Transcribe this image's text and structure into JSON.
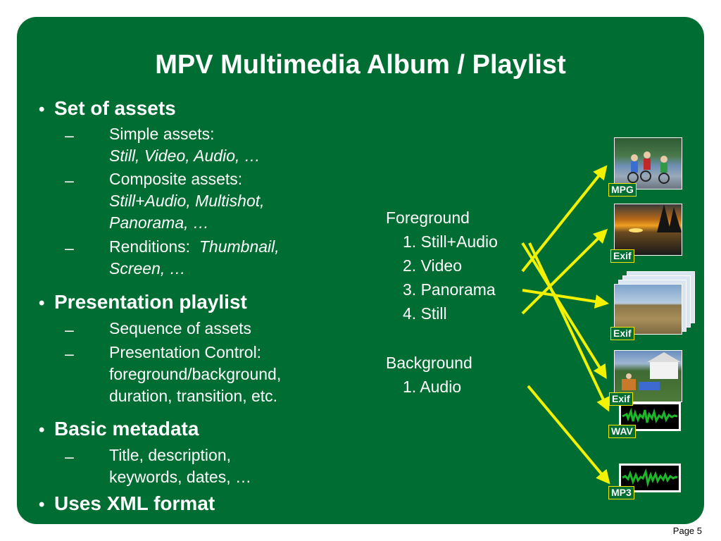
{
  "title": "MPV Multimedia Album / Playlist",
  "bullets": [
    {
      "heading": "Set of assets",
      "items": [
        {
          "dash": "–",
          "line1": "Simple assets:",
          "line2_italic": "Still, Video, Audio, …"
        },
        {
          "dash": "–",
          "line1": "Composite assets:",
          "line2_italic": "Still+Audio, Multishot,",
          "line3_italic": "Panorama, …"
        },
        {
          "dash": "–",
          "line1_prefix": "Renditions:",
          "line1_italic": "Thumbnail,",
          "line2_italic": "Screen, …"
        }
      ]
    },
    {
      "heading": "Presentation playlist",
      "items": [
        {
          "dash": "–",
          "line1": "Sequence of assets"
        },
        {
          "dash": "–",
          "line1": "Presentation Control:",
          "line2": "foreground/background,",
          "line3": "duration, transition, etc."
        }
      ]
    },
    {
      "heading": "Basic metadata",
      "items": [
        {
          "dash": "–",
          "line1": "Title, description,",
          "line2": "keywords, dates, …"
        }
      ]
    },
    {
      "heading": "Uses XML format",
      "items": []
    }
  ],
  "bullet_symbol": "•",
  "foreground": {
    "heading": "Foreground",
    "items": [
      "1. Still+Audio",
      "2. Video",
      "3. Panorama",
      "4. Still"
    ]
  },
  "background": {
    "heading": "Background",
    "items": [
      "1. Audio"
    ]
  },
  "badges": {
    "mpg": "MPG",
    "exif1": "Exif",
    "exif2": "Exif",
    "exif3": "Exif",
    "wav": "WAV",
    "mp3": "MP3"
  },
  "footer": "Page 5",
  "colors": {
    "background_panel": "#006d33",
    "arrow": "#f2f200",
    "badge_border": "#f2e600"
  }
}
